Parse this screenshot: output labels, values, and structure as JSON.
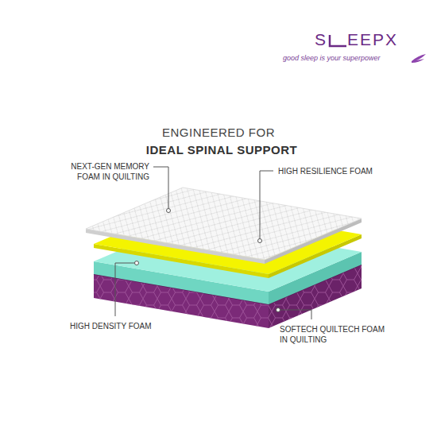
{
  "diagram": {
    "title": "ENGINEERED FOR",
    "labels": [
      "S",
      "EEPX",
      "good sleep is your superpower",
      "IDEAL SPINAL SUPPORT",
      "NEXT-GEN MEMORY FOAM IN QUILTING",
      "HIGH RESILIENCE FOAM",
      "HIGH DENSITY FOAM",
      "SOFTECH QUILTECH FOAM IN QUILTING"
    ]
  }
}
